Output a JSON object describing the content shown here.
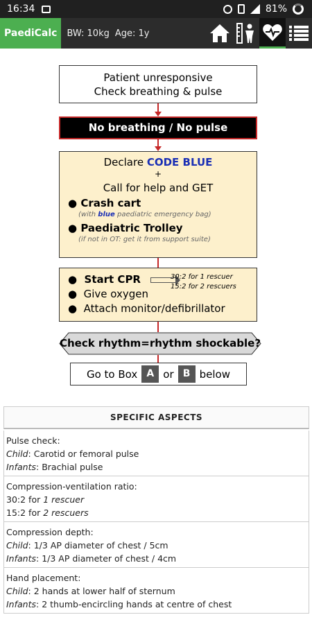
{
  "status_bar": {
    "time": "16:34",
    "battery": "81%"
  },
  "app_bar": {
    "brand": "PaediCalc",
    "bw": "BW: 10kg",
    "age": "Age: 1y"
  },
  "flow": {
    "box1_line1": "Patient unresponsive",
    "box1_line2": "Check breathing & pulse",
    "box2": "No breathing / No pulse",
    "box3": {
      "declare": "Declare ",
      "code": "CODE BLUE",
      "plus": "+",
      "call": "Call for help and GET",
      "item1": "Crash cart",
      "note1_pre": "(with ",
      "note1_blue": "blue",
      "note1_post": " paediatric emergency bag)",
      "item2": "Paediatric Trolley",
      "note2": "(if not in OT: get it from support suite)"
    },
    "box4": {
      "item1": "Start CPR",
      "ratio1": "30:2 for 1 rescuer",
      "ratio2": "15:2 for 2 rescuers",
      "item2": "Give oxygen",
      "item3": "Attach monitor/defibrillator"
    },
    "decision": "Check rhythm=rhythm shockable?",
    "goto": {
      "pre": "Go to Box",
      "a": "A",
      "or": "or",
      "b": "B",
      "post": "below"
    }
  },
  "specific": {
    "header": "SPECIFIC ASPECTS",
    "items": [
      {
        "title": "Pulse check:",
        "l1_label": "Child",
        "l1_text": ": Carotid or femoral pulse",
        "l2_label": "Infants",
        "l2_text": ": Brachial pulse"
      },
      {
        "title": "Compression-ventilation ratio:",
        "l1_text": "30:2 for ",
        "l1_em": "1 rescuer",
        "l2_text": "15:2 for ",
        "l2_em": "2 rescuers"
      },
      {
        "title": "Compression depth:",
        "l1_label": "Child",
        "l1_text": ": 1/3 AP diameter of chest / 5cm",
        "l2_label": "Infants",
        "l2_text": ": 1/3 AP diameter of chest / 4cm"
      },
      {
        "title": "Hand placement:",
        "l1_label": "Child",
        "l1_text": ": 2 hands at lower half of sternum",
        "l2_label": "Infants",
        "l2_text": ": 2 thumb-encircling hands at centre of chest"
      }
    ]
  }
}
